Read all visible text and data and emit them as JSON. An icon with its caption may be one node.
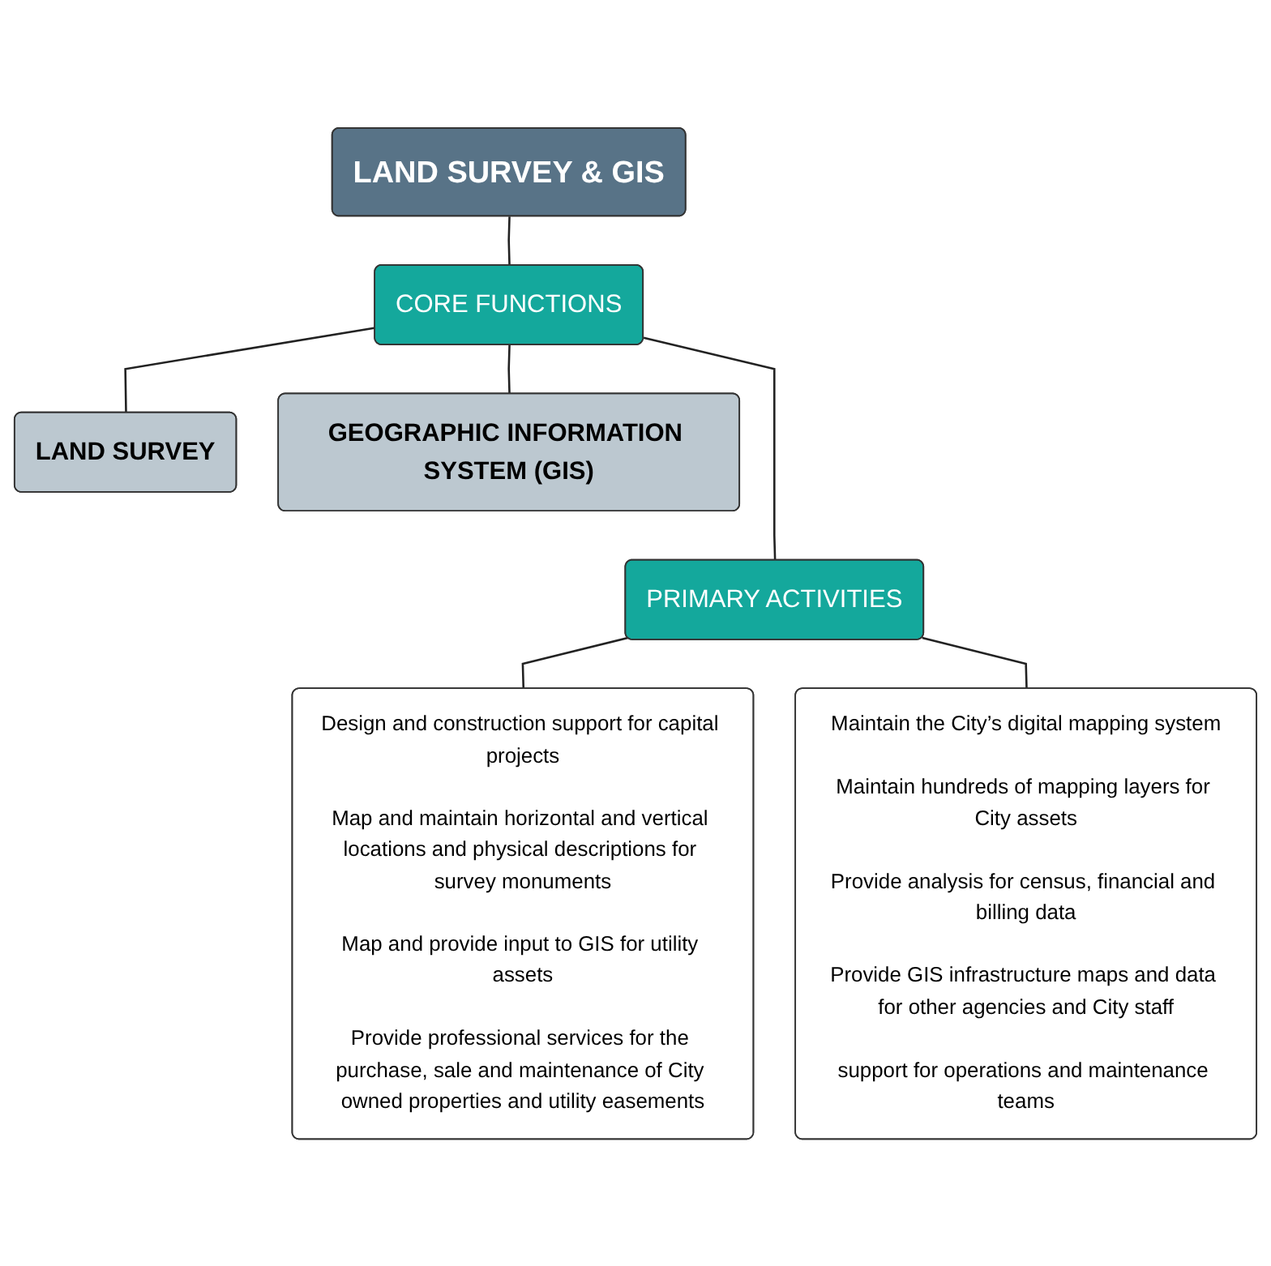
{
  "diagram": {
    "nodes": [
      {
        "text": [
          "LAND SURVEY & GIS"
        ]
      },
      {
        "text": [
          "CORE FUNCTIONS"
        ]
      },
      {
        "text": [
          "LAND SURVEY"
        ]
      },
      {
        "text": [
          "GEOGRAPHIC INFORMATION SYSTEM (GIS)"
        ]
      },
      {
        "text": [
          "PRIMARY ACTIVITIES"
        ]
      },
      {
        "text": [
          "Design and construction support for capital projects",
          "Map and maintain horizontal and vertical locations and physical descriptions for survey monuments",
          "Map and provide input to GIS for utility assets",
          "Provide professional services for the purchase, sale and maintenance of City owned properties and utility easements"
        ]
      },
      {
        "text": [
          "Maintain the City’s digital mapping system",
          "Maintain hundreds of mapping layers for City assets",
          "Provide analysis for census, financial and billing data",
          "Provide GIS infrastructure maps and data for other agencies and City staff",
          "support for operations and maintenance teams"
        ]
      }
    ],
    "edges": [
      {
        "from": 0,
        "to": 1,
        "arrow": "none"
      },
      {
        "from": 1,
        "to": 2,
        "arrow": "none"
      },
      {
        "from": 1,
        "to": 4,
        "arrow": "none"
      },
      {
        "from": 1,
        "to": 3,
        "arrow": "none"
      },
      {
        "from": 4,
        "to": 5,
        "arrow": "none"
      },
      {
        "from": 4,
        "to": 6,
        "arrow": "none"
      }
    ]
  }
}
